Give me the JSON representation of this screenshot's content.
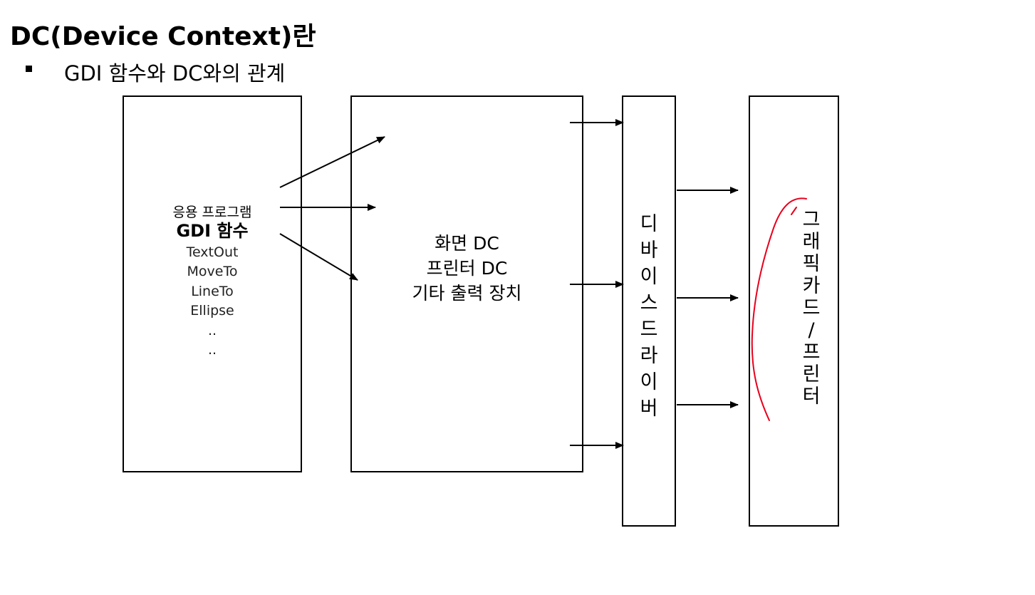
{
  "header": {
    "title": "DC(Device Context)란",
    "bullet": "GDI 함수와 DC와의 관계"
  },
  "app_box": {
    "line1": "응용 프로그램",
    "line2": "GDI 함수",
    "functions": [
      "TextOut",
      "MoveTo",
      "LineTo",
      "Ellipse",
      "..",
      ".."
    ]
  },
  "dc_box": {
    "lines": [
      "화면 DC",
      "프린터 DC",
      "기타 출력 장치"
    ]
  },
  "driver_box": {
    "chars": [
      "디",
      "바",
      "이",
      "스",
      "드",
      "라",
      "이",
      "버"
    ]
  },
  "device_box": {
    "chars": [
      "그",
      "래",
      "픽",
      "카",
      "드",
      "/",
      "프",
      "린",
      "터"
    ]
  },
  "colors": {
    "line": "#000000",
    "annotation": "#e8001c"
  }
}
